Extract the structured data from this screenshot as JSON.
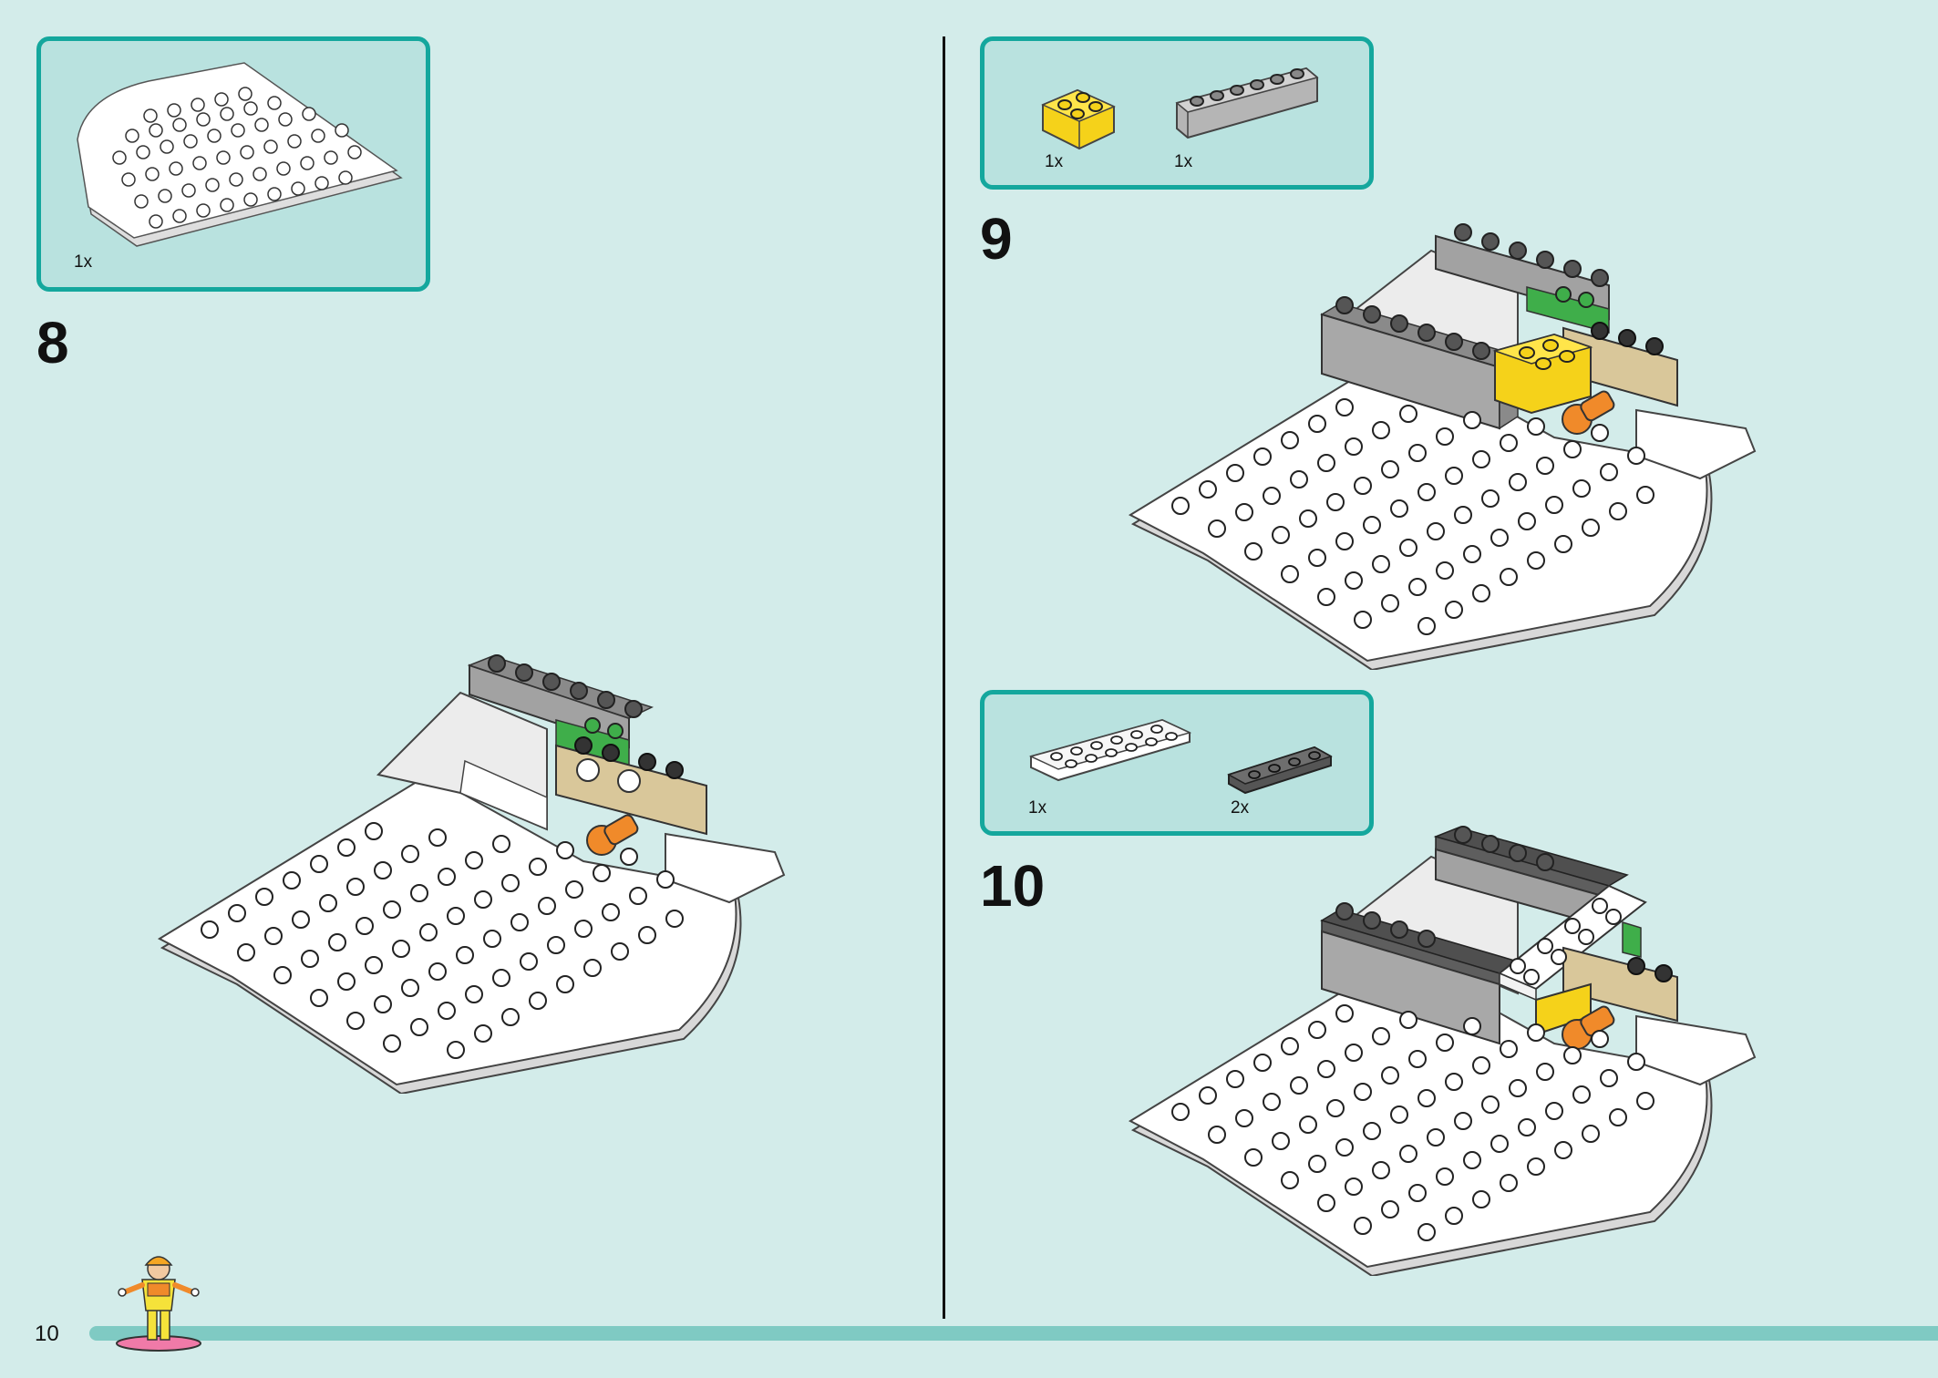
{
  "page": {
    "page_number": "10",
    "colors": {
      "background": "#d3ecea",
      "callout_fill": "#b9e2df",
      "callout_border": "#14a79d",
      "footer_bar": "#7fcac3"
    }
  },
  "steps": [
    {
      "number": "8",
      "parts": [
        {
          "name": "white round-corner plate",
          "qty": "1x",
          "icon": "white-round-plate-icon"
        }
      ]
    },
    {
      "number": "9",
      "parts": [
        {
          "name": "yellow 2x2 brick",
          "qty": "1x",
          "icon": "yellow-brick-icon"
        },
        {
          "name": "gray 1x6 brick",
          "qty": "1x",
          "icon": "gray-brick-icon"
        }
      ]
    },
    {
      "number": "10",
      "parts": [
        {
          "name": "white 2x6 plate",
          "qty": "1x",
          "icon": "white-plate-icon"
        },
        {
          "name": "dark gray 1x4 plate",
          "qty": "2x",
          "icon": "dark-gray-plate-icon"
        }
      ]
    }
  ]
}
